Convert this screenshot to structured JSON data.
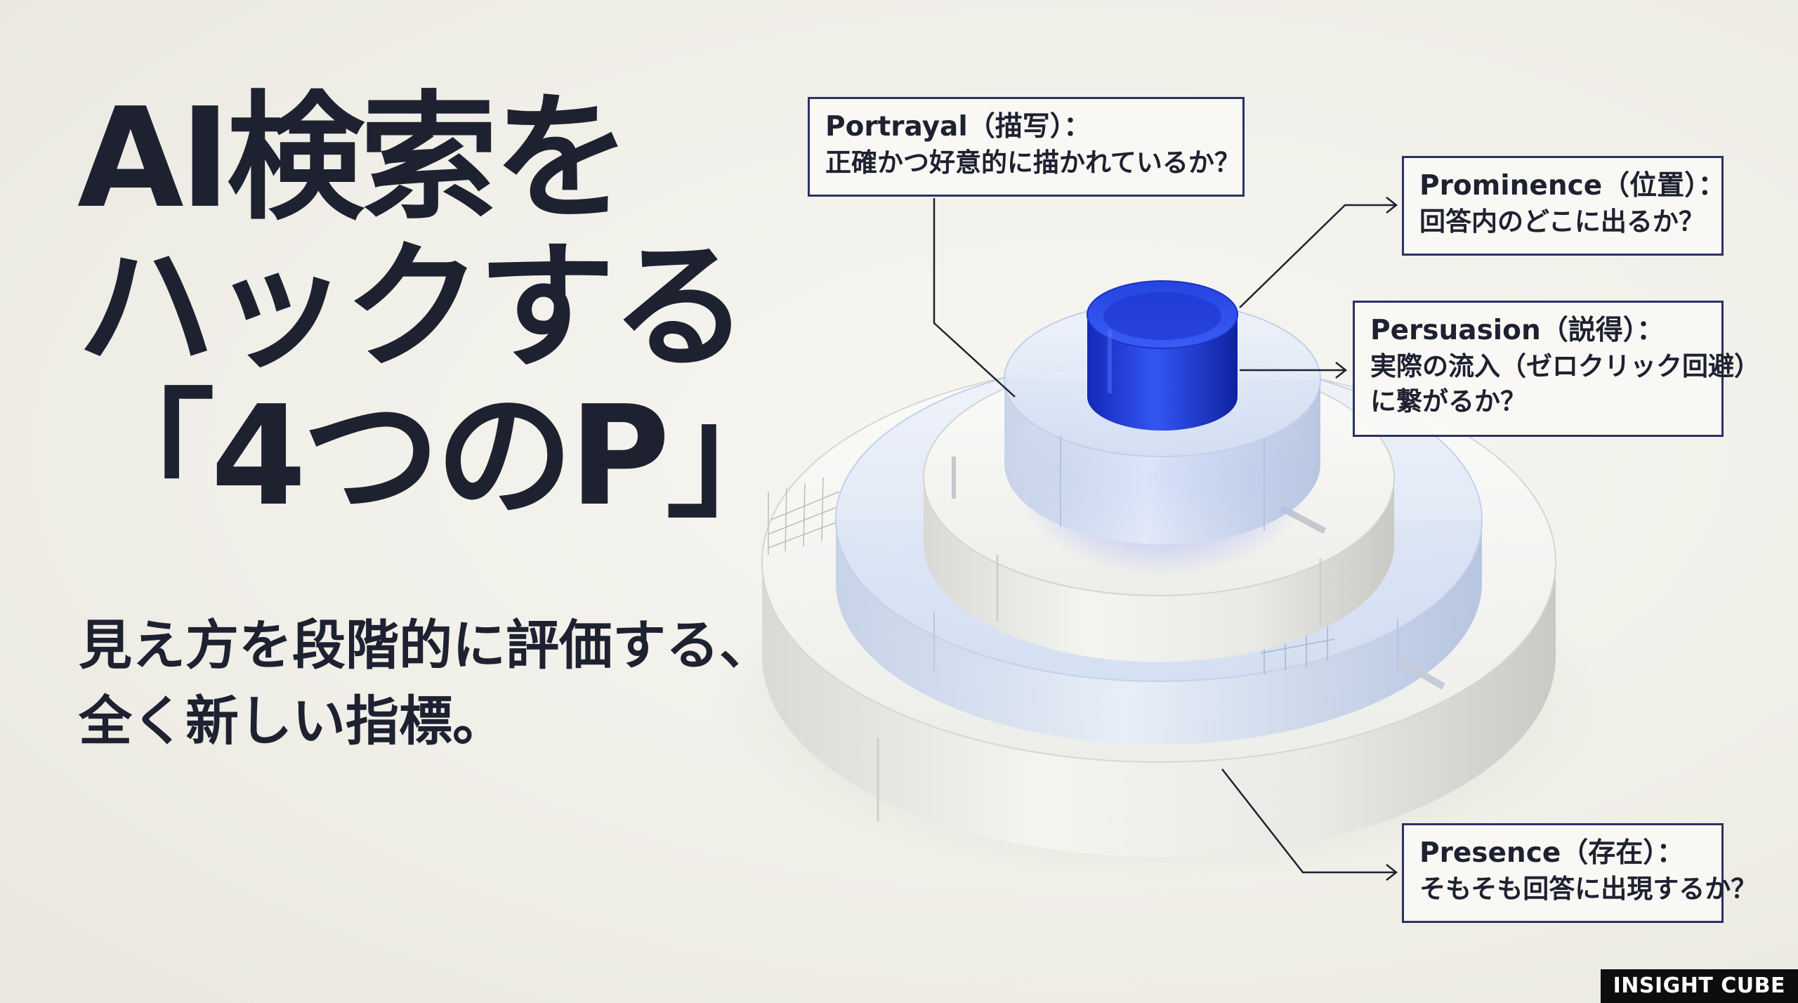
{
  "headline": {
    "lines": [
      "AI検索を",
      "ハックする",
      "「4つのP」"
    ]
  },
  "subtitle": {
    "lines": [
      "見え方を段階的に評価する、",
      "全く新しい指標。"
    ]
  },
  "callouts": {
    "portrayal": {
      "title": "Portrayal（描写）：",
      "description": "正確かつ好意的に描かれているか？"
    },
    "prominence": {
      "title": "Prominence（位置）：",
      "description": "回答内のどこに出るか？"
    },
    "persuasion": {
      "title": "Persuasion（説得）：",
      "description_lines": [
        "実際の流入（ゼロクリック回避）",
        "に繋がるか？"
      ]
    },
    "presence": {
      "title": "Presence（存在）：",
      "description": "そもそも回答に出現するか？"
    }
  },
  "brand": {
    "label": "INSIGHT CUBE"
  },
  "colors": {
    "text": "#1e2130",
    "callout_border": "#2b3266",
    "accent_blue": "#1f3fe0",
    "background": "#f3f2ec"
  }
}
